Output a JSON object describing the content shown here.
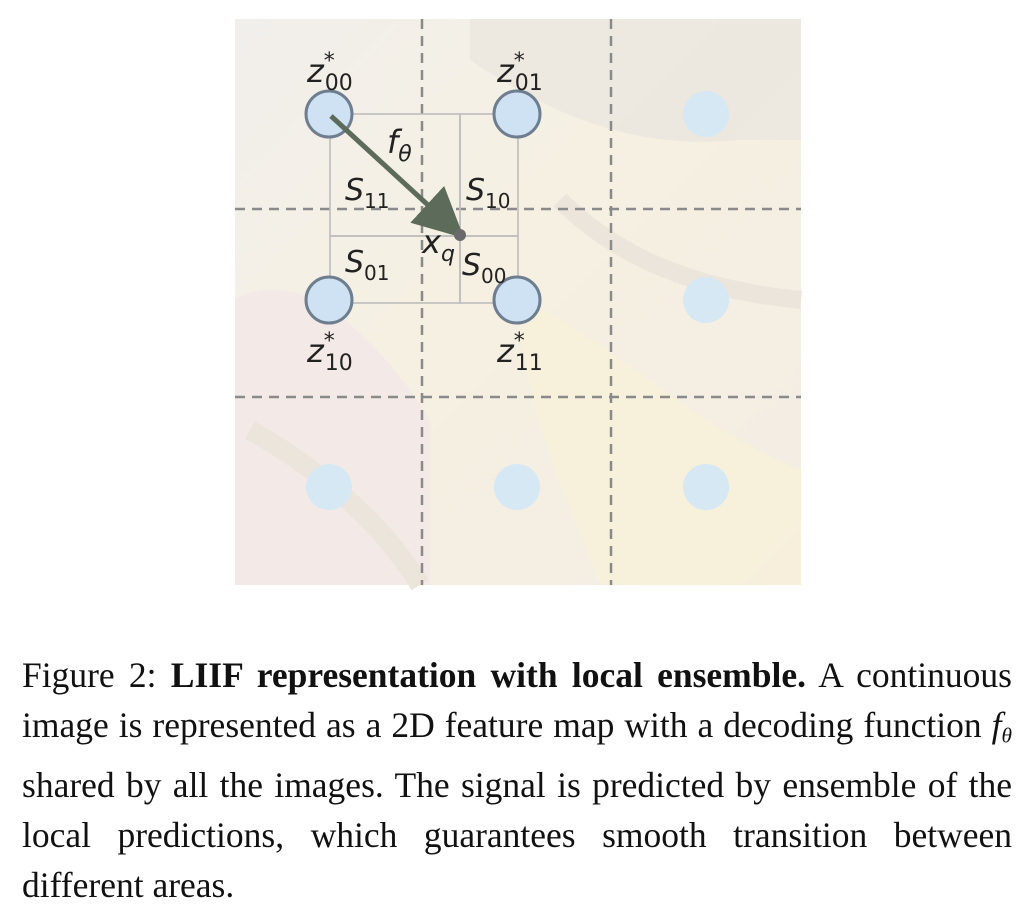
{
  "figure": {
    "labels": {
      "z00": {
        "base": "z",
        "sup": "*",
        "sub": "00"
      },
      "z01": {
        "base": "z",
        "sup": "*",
        "sub": "01"
      },
      "z10": {
        "base": "z",
        "sup": "*",
        "sub": "10"
      },
      "z11": {
        "base": "z",
        "sup": "*",
        "sub": "11"
      },
      "f_theta": {
        "base": "f",
        "sub": "θ"
      },
      "x_q": {
        "base": "x",
        "sub": "q"
      },
      "s11": {
        "base": "S",
        "sub": "11"
      },
      "s10": {
        "base": "S",
        "sub": "10"
      },
      "s01": {
        "base": "S",
        "sub": "01"
      },
      "s00": {
        "base": "S",
        "sub": "00"
      }
    },
    "colors": {
      "node_fill": "#cfe2f3",
      "node_stroke": "#6f7e8f",
      "faded_node_fill": "#d6e8f3",
      "arrow": "#5d6b5a",
      "grid_dash": "#8a8a8a",
      "box_line": "#bdbdbd",
      "background_tint": "#f4efe6"
    }
  },
  "caption": {
    "prefix": "Figure 2: ",
    "bold_title": "LIIF representation with local ensemble.",
    "text_1": " A continuous image is represented as a 2D feature map with a decoding function ",
    "math_base": "f",
    "math_sub": "θ",
    "text_2": " shared by all the images. The signal is predicted by ensemble of the local predictions, which guarantees smooth transition between different areas."
  }
}
